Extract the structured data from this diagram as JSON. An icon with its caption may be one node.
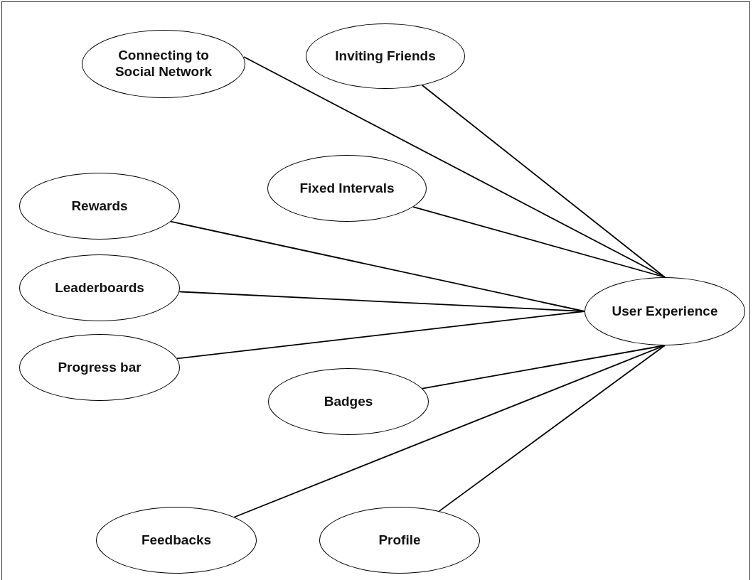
{
  "diagram": {
    "nodes": [
      {
        "text": [
          "Connecting to Social Network"
        ]
      },
      {
        "text": [
          "Inviting Friends"
        ]
      },
      {
        "text": [
          "Fixed Intervals"
        ]
      },
      {
        "text": [
          "Rewards"
        ]
      },
      {
        "text": [
          "Leaderboards"
        ]
      },
      {
        "text": [
          "Progress bar"
        ]
      },
      {
        "text": [
          "Badges"
        ]
      },
      {
        "text": [
          "Feedbacks"
        ]
      },
      {
        "text": [
          "Profile"
        ]
      },
      {
        "text": [
          "User Experience"
        ]
      }
    ],
    "edges": [
      {
        "from": 0,
        "to": 9,
        "arrow": "none"
      },
      {
        "from": 1,
        "to": 9,
        "arrow": "none"
      },
      {
        "from": 2,
        "to": 9,
        "arrow": "none"
      },
      {
        "from": 3,
        "to": 9,
        "arrow": "none"
      },
      {
        "from": 4,
        "to": 9,
        "arrow": "none"
      },
      {
        "from": 5,
        "to": 9,
        "arrow": "none"
      },
      {
        "from": 6,
        "to": 9,
        "arrow": "none"
      },
      {
        "from": 7,
        "to": 9,
        "arrow": "none"
      },
      {
        "from": 8,
        "to": 9,
        "arrow": "none"
      }
    ]
  }
}
